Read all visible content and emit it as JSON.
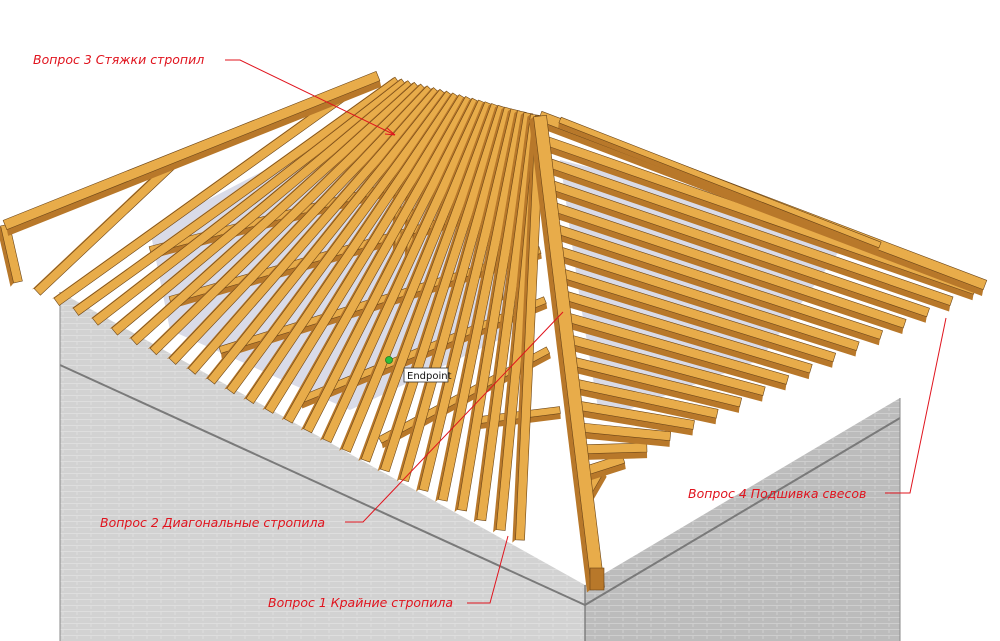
{
  "scene": {
    "labels": {
      "q1": "Вопрос 1 Крайние стропила",
      "q2": "Вопрос 2 Диагональные стропила",
      "q3": "Вопрос 3 Стяжки стропил",
      "q4": "Вопрос 4 Подшивка свесов"
    },
    "tooltip": "Endpoint",
    "colors": {
      "annotation": "#e0141e",
      "rafter_top": "#e8ac4a",
      "rafter_side": "#b8782a",
      "rafter_edge": "#6b4416",
      "wall_left": "#d2d2d2",
      "wall_right": "#bcbcbc",
      "floor_line": "#7a7a7a",
      "sky_gaps": "#d9dbe8",
      "endpoint_marker": "#2fbf3a"
    }
  }
}
